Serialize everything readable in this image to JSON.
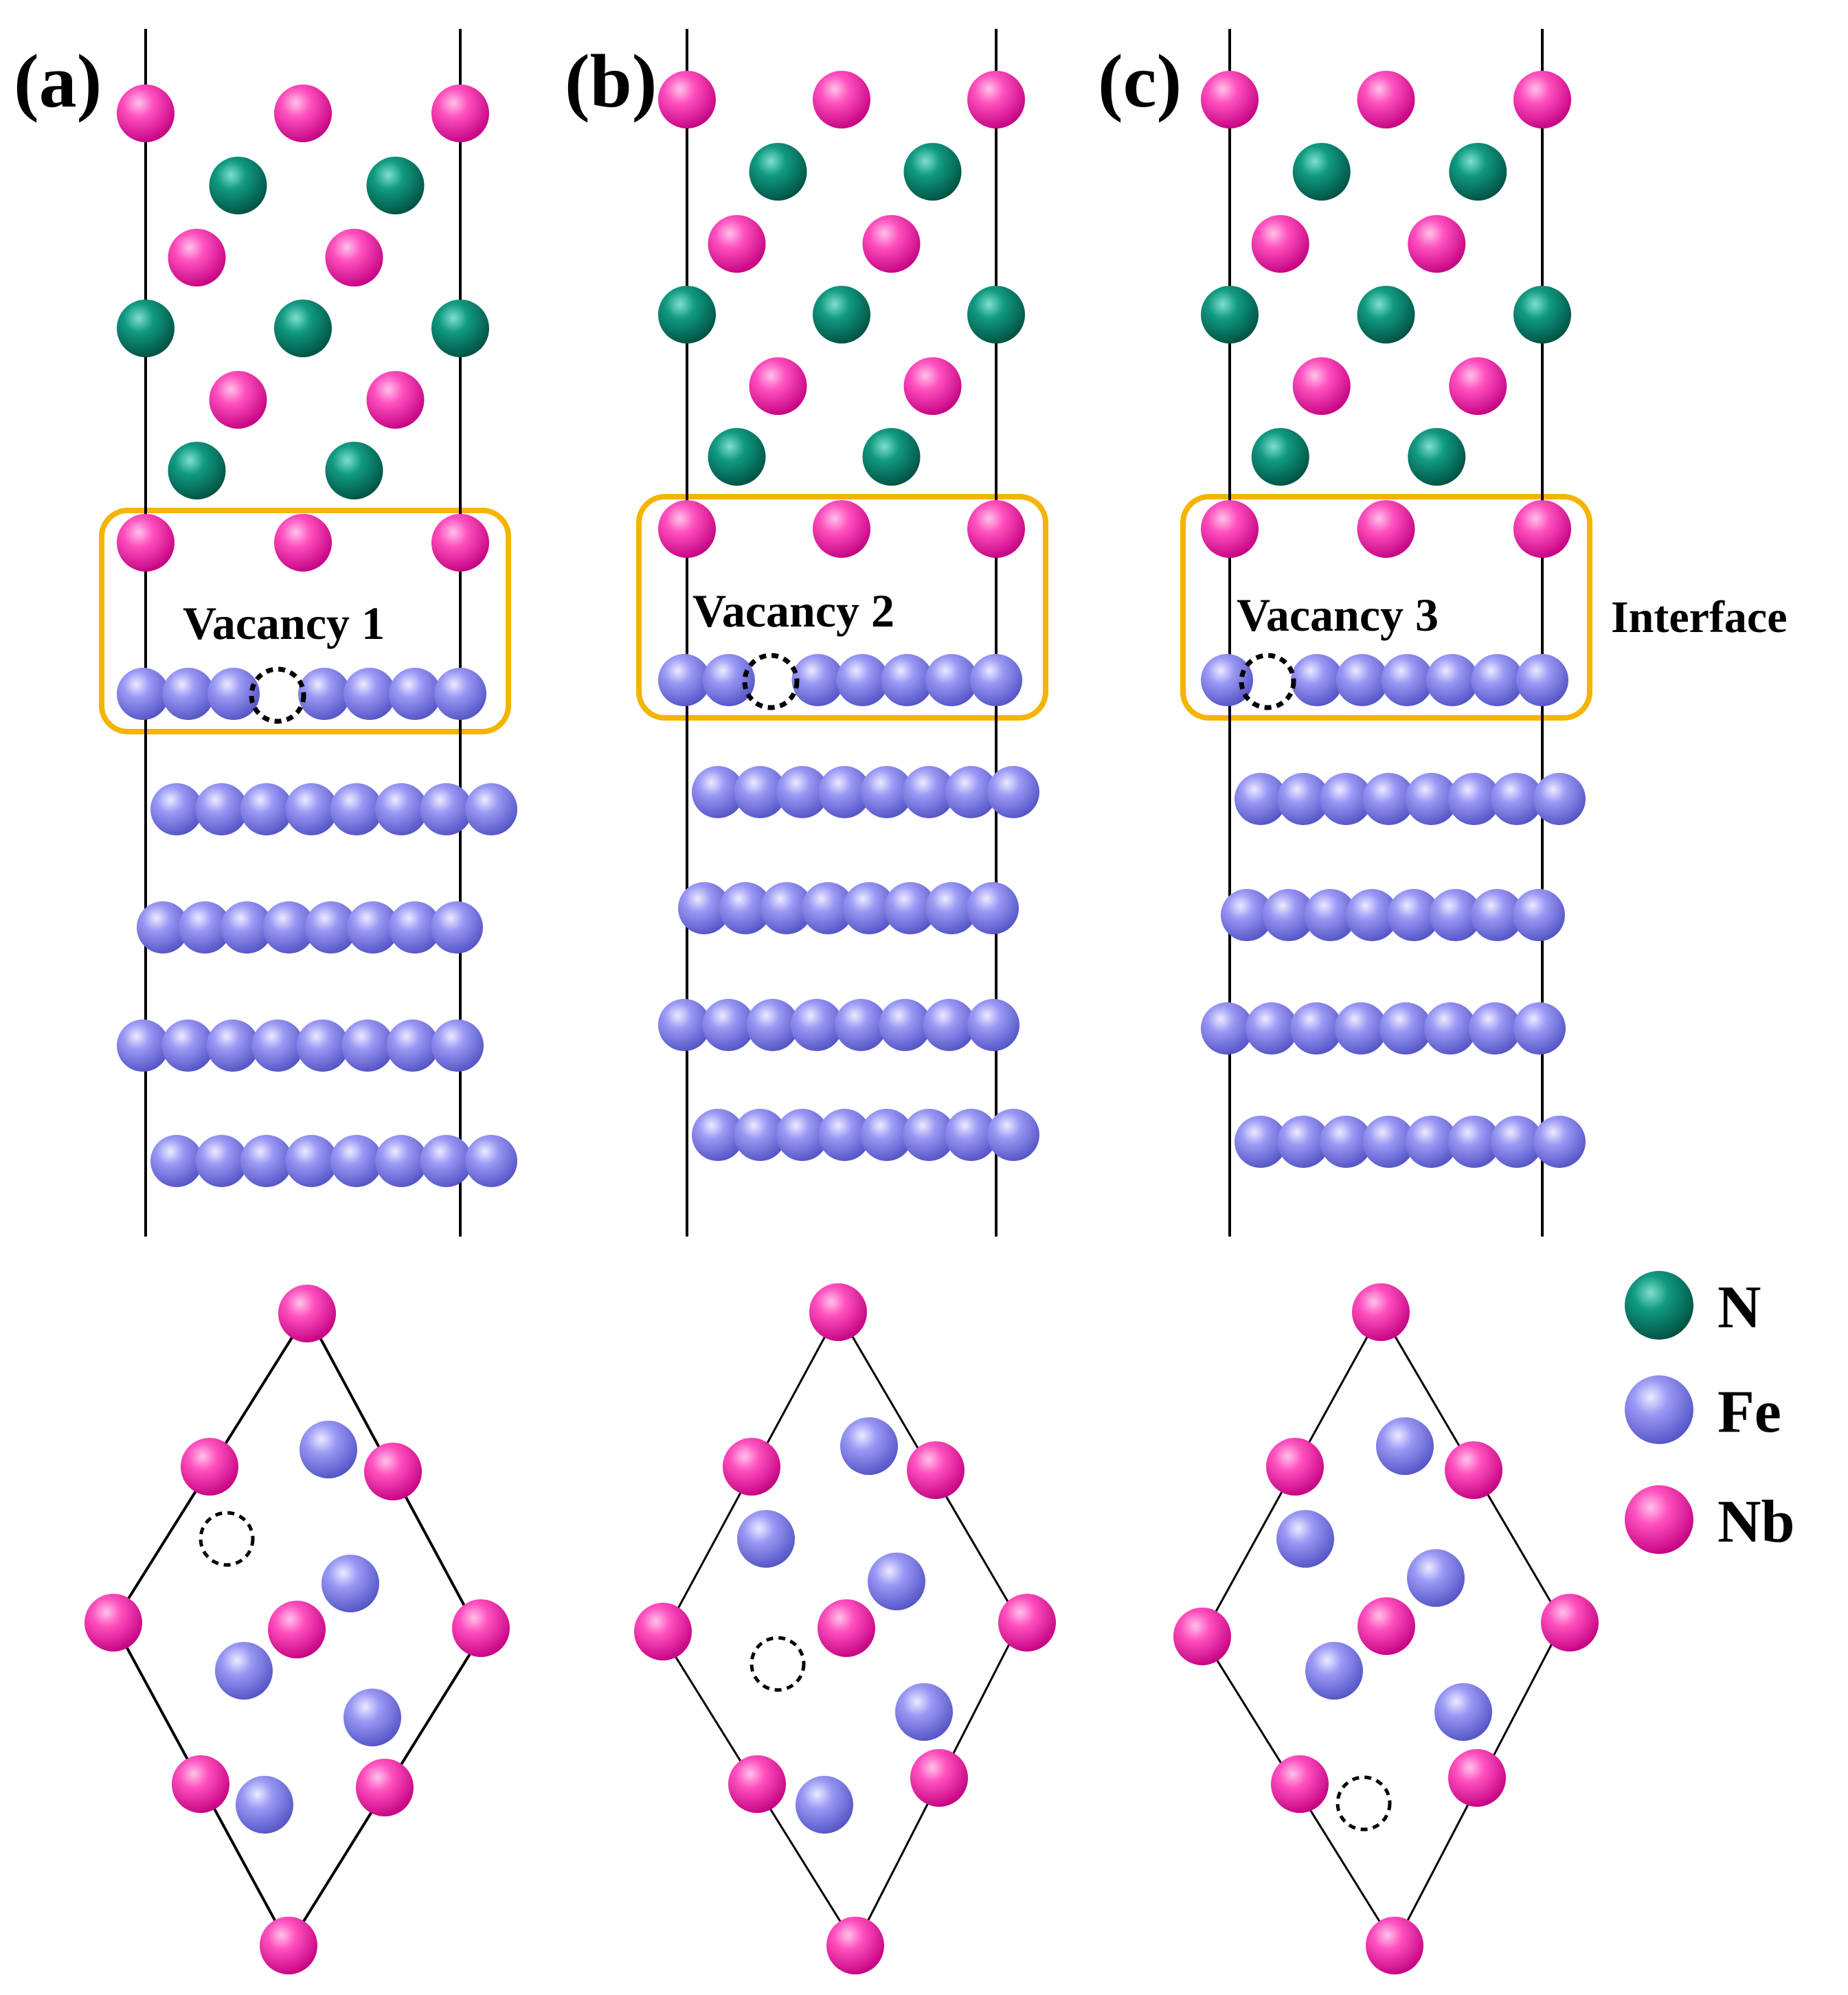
{
  "panels": [
    {
      "label": "(a)",
      "vacancy_label": "Vacancy 1"
    },
    {
      "label": "(b)",
      "vacancy_label": "Vacancy 2"
    },
    {
      "label": "(c)",
      "vacancy_label": "Vacancy 3"
    }
  ],
  "interface_label": "Interface",
  "legend": [
    {
      "symbol": "N",
      "color": "#0c8a76"
    },
    {
      "symbol": "Fe",
      "color": "#8f8ef5"
    },
    {
      "symbol": "Nb",
      "color": "#ff3fb0"
    }
  ],
  "colors": {
    "interface_box": "#f5b400",
    "vacancy_marker": "#000000"
  }
}
